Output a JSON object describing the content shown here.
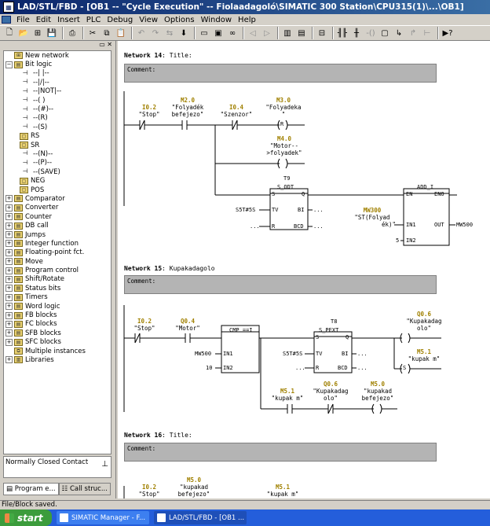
{
  "window": {
    "title": "LAD/STL/FBD  - [OB1 -- \"Cycle Execution\" -- Fiolaadagoló\\SIMATIC 300 Station\\CPU315(1)\\...\\OB1]"
  },
  "menu": [
    "File",
    "Edit",
    "Insert",
    "PLC",
    "Debug",
    "View",
    "Options",
    "Window",
    "Help"
  ],
  "tree": [
    {
      "level": 0,
      "exp": "",
      "icon": "new",
      "label": "New network"
    },
    {
      "level": 0,
      "exp": "-",
      "icon": "folder",
      "label": "Bit logic"
    },
    {
      "level": 1,
      "exp": "",
      "icon": "sym",
      "label": "--| |--"
    },
    {
      "level": 1,
      "exp": "",
      "icon": "sym",
      "label": "--|/|--"
    },
    {
      "level": 1,
      "exp": "",
      "icon": "sym",
      "label": "--|NOT|--"
    },
    {
      "level": 1,
      "exp": "",
      "icon": "sym",
      "label": "--( )"
    },
    {
      "level": 1,
      "exp": "",
      "icon": "sym",
      "label": "--(#)--"
    },
    {
      "level": 1,
      "exp": "",
      "icon": "sym",
      "label": "--(R)"
    },
    {
      "level": 1,
      "exp": "",
      "icon": "sym",
      "label": "--(S)"
    },
    {
      "level": 1,
      "exp": "",
      "icon": "box",
      "label": "RS"
    },
    {
      "level": 1,
      "exp": "",
      "icon": "box",
      "label": "SR"
    },
    {
      "level": 1,
      "exp": "",
      "icon": "sym",
      "label": "--(N)--"
    },
    {
      "level": 1,
      "exp": "",
      "icon": "sym",
      "label": "--(P)--"
    },
    {
      "level": 1,
      "exp": "",
      "icon": "sym",
      "label": "--(SAVE)"
    },
    {
      "level": 1,
      "exp": "",
      "icon": "box",
      "label": "NEG"
    },
    {
      "level": 1,
      "exp": "",
      "icon": "box",
      "label": "POS"
    },
    {
      "level": 0,
      "exp": "+",
      "icon": "folder",
      "label": "Comparator"
    },
    {
      "level": 0,
      "exp": "+",
      "icon": "folder",
      "label": "Converter"
    },
    {
      "level": 0,
      "exp": "+",
      "icon": "folder",
      "label": "Counter"
    },
    {
      "level": 0,
      "exp": "+",
      "icon": "folder",
      "label": "DB call"
    },
    {
      "level": 0,
      "exp": "+",
      "icon": "folder",
      "label": "Jumps"
    },
    {
      "level": 0,
      "exp": "+",
      "icon": "folder",
      "label": "Integer function"
    },
    {
      "level": 0,
      "exp": "+",
      "icon": "folder",
      "label": "Floating-point fct."
    },
    {
      "level": 0,
      "exp": "+",
      "icon": "folder",
      "label": "Move"
    },
    {
      "level": 0,
      "exp": "+",
      "icon": "folder",
      "label": "Program control"
    },
    {
      "level": 0,
      "exp": "+",
      "icon": "folder",
      "label": "Shift/Rotate"
    },
    {
      "level": 0,
      "exp": "+",
      "icon": "folder",
      "label": "Status bits"
    },
    {
      "level": 0,
      "exp": "+",
      "icon": "folder",
      "label": "Timers"
    },
    {
      "level": 0,
      "exp": "+",
      "icon": "folder",
      "label": "Word logic"
    },
    {
      "level": 0,
      "exp": "+",
      "icon": "folder",
      "label": "FB blocks"
    },
    {
      "level": 0,
      "exp": "+",
      "icon": "folder",
      "label": "FC blocks"
    },
    {
      "level": 0,
      "exp": "+",
      "icon": "folder",
      "label": "SFB blocks"
    },
    {
      "level": 0,
      "exp": "+",
      "icon": "folder",
      "label": "SFC blocks"
    },
    {
      "level": 0,
      "exp": "",
      "icon": "multi",
      "label": "Multiple instances"
    },
    {
      "level": 0,
      "exp": "+",
      "icon": "lib",
      "label": "Libraries"
    }
  ],
  "status_box": "Normally Closed Contact",
  "pane_tabs": [
    "Program e...",
    "Call struc..."
  ],
  "networks": {
    "n14": {
      "title_bold": "Network 14",
      "title_rest": ": Title:",
      "comment": "Comment:",
      "c1_addr": "I0.2",
      "c1_sym": "\"Stop\"",
      "c2_addr": "M2.0",
      "c2_sym1": "\"Folyadék",
      "c2_sym2": "befejezo\"",
      "c3_addr": "I0.4",
      "c3_sym": "\"Szenzor\"",
      "coil1_addr": "M3.0",
      "coil1_sym1": "\"Folyadeka",
      "coil1_sym2": "\"",
      "coil1_type": "R",
      "coil2_addr": "M4.0",
      "coil2_sym1": "\"Motor--",
      "coil2_sym2": ">folyadek\"",
      "timer_name": "T9",
      "timer_type": "S_ODT",
      "timer_pins": {
        "s": "S",
        "q": "Q",
        "tv": "TV",
        "bi": "BI",
        "r": "R",
        "bcd": "BCD"
      },
      "timer_tv": "S5T#5S",
      "timer_r": "...",
      "timer_bi": "...",
      "timer_bcd": "...",
      "add_name": "ADD_I",
      "add_pins": {
        "en": "EN",
        "eno": "ENO",
        "in1": "IN1",
        "out": "OUT",
        "in2": "IN2"
      },
      "add_in1_addr": "MW300",
      "add_in1_sym1": "\"ST(Folyad",
      "add_in1_sym2": "ék)\"",
      "add_out": "MW500",
      "add_in2": "5"
    },
    "n15": {
      "title_bold": "Network 15",
      "title_rest": ": Kupakadagolo",
      "comment": "Comment:",
      "c1_addr": "I0.2",
      "c1_sym": "\"Stop\"",
      "c2_addr": "Q0.4",
      "c2_sym": "\"Motor\"",
      "cmp_name": "CMP ==I",
      "cmp_in1": "MW500",
      "cmp_in2": "10",
      "cmp_pin1": "IN1",
      "cmp_pin2": "IN2",
      "timer_name": "T8",
      "timer_type": "S_PEXT",
      "timer_pins": {
        "s": "S",
        "q": "Q",
        "tv": "TV",
        "bi": "BI",
        "r": "R",
        "bcd": "BCD"
      },
      "timer_tv": "S5T#5S",
      "timer_r": "...",
      "timer_bi": "...",
      "timer_bcd": "...",
      "coil1_addr": "Q0.6",
      "coil1_sym1": "\"Kupakadag",
      "coil1_sym2": "olo\"",
      "coil2_addr": "M5.1",
      "coil2_sym": "\"kupak m\"",
      "coil2_type": "S",
      "b1_addr": "M5.1",
      "b1_sym": "\"kupak m\"",
      "b2_addr": "Q0.6",
      "b2_sym1": "\"Kupakadag",
      "b2_sym2": "olo\"",
      "b3_addr": "M5.0",
      "b3_sym1": "\"kupakad",
      "b3_sym2": "befejezo\""
    },
    "n16": {
      "title_bold": "Network 16",
      "title_rest": ": Title:",
      "comment": "Comment:",
      "c1_addr": "I0.2",
      "c1_sym": "\"Stop\"",
      "c2_addr": "M5.0",
      "c2_sym1": "\"kupakad",
      "c2_sym2": "befejezo\"",
      "c3_addr": "M5.1",
      "c3_sym": "\"kupak m\""
    }
  },
  "statusbar": "File/Block saved.",
  "taskbar": {
    "start": "start",
    "tasks": [
      "SIMATIC Manager - F...",
      "LAD/STL/FBD - [OB1 ..."
    ]
  },
  "colors": {
    "address": "#a08000",
    "titlebar": "#0a246a",
    "taskbar": "#245edb",
    "comment_bg": "#b4b4b4"
  }
}
